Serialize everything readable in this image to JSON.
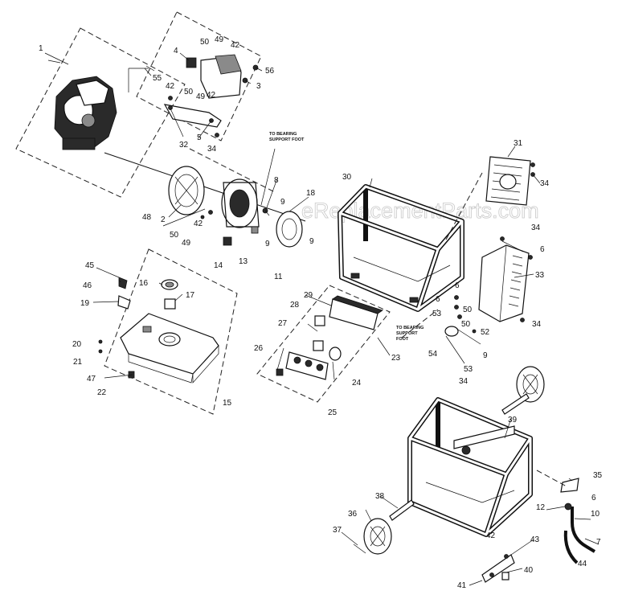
{
  "watermark": "eReplacementParts.com",
  "notes": {
    "bearing_top": "TO BEARING SUPPORT FOOT",
    "bearing_right": "TO BEARING SUPPORT FOOT"
  },
  "part_numbers": {
    "p1": "1",
    "p2": "2",
    "p3": "3",
    "p4": "4",
    "p5": "5",
    "p6a": "6",
    "p6b": "6",
    "p6c": "6",
    "p6d": "6",
    "p7": "7",
    "p8": "8",
    "p9a": "9",
    "p9b": "9",
    "p9c": "9",
    "p9d": "9",
    "p10": "10",
    "p11": "11",
    "p12": "12",
    "p13": "13",
    "p14": "14",
    "p15": "15",
    "p16": "16",
    "p17": "17",
    "p18": "18",
    "p19": "19",
    "p20": "20",
    "p21": "21",
    "p22": "22",
    "p23": "23",
    "p24": "24",
    "p25": "25",
    "p26": "26",
    "p27": "27",
    "p28": "28",
    "p29": "29",
    "p30": "30",
    "p31": "31",
    "p32": "32",
    "p33": "33",
    "p34a": "34",
    "p34b": "34",
    "p34c": "34",
    "p34d": "34",
    "p34e": "34",
    "p35": "35",
    "p36": "36",
    "p37": "37",
    "p38": "38",
    "p39": "39",
    "p40": "40",
    "p41": "41",
    "p42a": "42",
    "p42b": "42",
    "p42c": "42",
    "p42d": "42",
    "p42e": "42",
    "p43": "43",
    "p44": "44",
    "p45": "45",
    "p46": "46",
    "p47": "47",
    "p48": "48",
    "p49a": "49",
    "p49b": "49",
    "p49c": "49",
    "p50a": "50",
    "p50b": "50",
    "p50c": "50",
    "p50d": "50",
    "p50e": "50",
    "p52": "52",
    "p53a": "53",
    "p53b": "53",
    "p54": "54",
    "p55": "55",
    "p56": "56"
  }
}
